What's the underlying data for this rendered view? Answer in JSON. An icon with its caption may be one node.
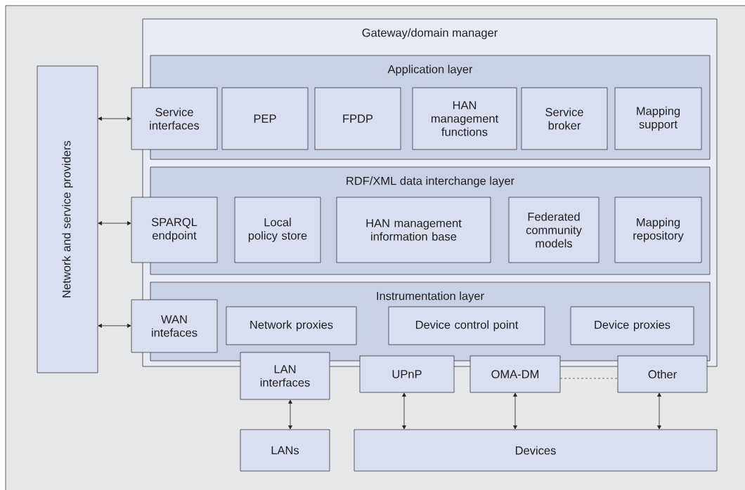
{
  "diagram": {
    "nodes": [
      {
        "text": [
          "Network and service providers"
        ]
      },
      {
        "text": [
          "Gateway/domain manager"
        ]
      },
      {
        "text": [
          "Application layer"
        ],
        "in": 1
      },
      {
        "text": [
          "Service interfaces"
        ]
      },
      {
        "text": [
          "PEP"
        ],
        "in": 2
      },
      {
        "text": [
          "FPDP"
        ],
        "in": 2
      },
      {
        "text": [
          "HAN management functions"
        ],
        "in": 2
      },
      {
        "text": [
          "Service broker"
        ],
        "in": 2
      },
      {
        "text": [
          "Mapping support"
        ],
        "in": 2
      },
      {
        "text": [
          "RDF/XML data interchange layer"
        ],
        "in": 1
      },
      {
        "text": [
          "SPARQL endpoint"
        ]
      },
      {
        "text": [
          "Local policy store"
        ],
        "in": 9
      },
      {
        "text": [
          "HAN management information base"
        ],
        "in": 9
      },
      {
        "text": [
          "Federated community models"
        ],
        "in": 9
      },
      {
        "text": [
          "Mapping repository"
        ],
        "in": 9
      },
      {
        "text": [
          "Instrumentation layer"
        ],
        "in": 1
      },
      {
        "text": [
          "WAN intefaces"
        ]
      },
      {
        "text": [
          "Network proxies"
        ],
        "in": 15
      },
      {
        "text": [
          "Device control point"
        ],
        "in": 15
      },
      {
        "text": [
          "Device proxies"
        ],
        "in": 15
      },
      {
        "text": [
          "LAN interfaces"
        ]
      },
      {
        "text": [
          "UPnP"
        ]
      },
      {
        "text": [
          "OMA-DM"
        ]
      },
      {
        "text": [
          "Other"
        ]
      },
      {
        "text": [
          "LANs"
        ]
      },
      {
        "text": [
          "Devices"
        ]
      }
    ],
    "edges": [
      {
        "from": 0,
        "to": 3,
        "arrow": "both"
      },
      {
        "from": 0,
        "to": 10,
        "arrow": "both"
      },
      {
        "from": 0,
        "to": 16,
        "arrow": "both"
      },
      {
        "from": 20,
        "to": 24,
        "arrow": "both"
      },
      {
        "from": 21,
        "to": 25,
        "arrow": "both"
      },
      {
        "from": 22,
        "to": 25,
        "arrow": "both"
      },
      {
        "from": 23,
        "to": 25,
        "arrow": "both"
      },
      {
        "from": 22,
        "to": 23,
        "arrow": "none",
        "style": "dashed"
      }
    ]
  }
}
